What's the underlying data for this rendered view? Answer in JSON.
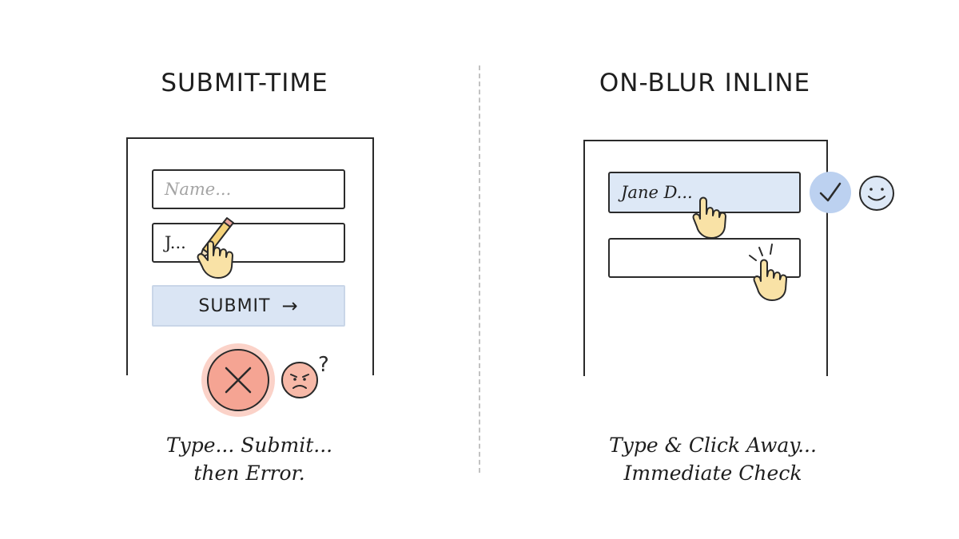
{
  "left_panel": {
    "title": "SUBMIT-TIME",
    "name_placeholder": "Name...",
    "second_field_text": "J...",
    "submit_label": "SUBMIT",
    "submit_arrow": "→",
    "question_mark": "?",
    "caption_line1": "Type... Submit...",
    "caption_line2": "then Error."
  },
  "right_panel": {
    "title": "ON-BLUR INLINE",
    "first_field_text": "Jane D...",
    "caption_line1": "Type & Click Away...",
    "caption_line2": "Immediate Check"
  },
  "colors": {
    "error_fill": "#f5a493",
    "error_face": "#f7b9a8",
    "valid_fill": "#bcd1f0",
    "field_filled": "#dde8f6",
    "hand_fill": "#f9e2a6"
  },
  "icons": [
    "pencil-icon",
    "pointing-hand-icon",
    "error-x-icon",
    "angry-face-icon",
    "checkmark-icon",
    "smiley-face-icon",
    "click-hand-icon"
  ]
}
